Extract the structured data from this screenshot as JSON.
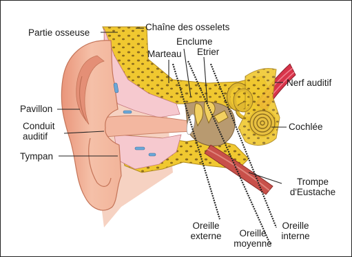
{
  "labels": {
    "partie_osseuse": "Partie osseuse",
    "chaine_osselets": "Chaîne des osselets",
    "enclume": "Enclume",
    "marteau": "Marteau",
    "etrier": "Etrier",
    "nerf_auditif": "Nerf auditif",
    "pavillon": "Pavillon",
    "conduit_auditif_1": "Conduit",
    "conduit_auditif_2": "auditif",
    "cochlee": "Cochlée",
    "tympan": "Tympan",
    "trompe_1": "Trompe",
    "trompe_2": "d'Eustache",
    "oreille_externe_1": "Oreille",
    "oreille_externe_2": "externe",
    "oreille_moyenne_1": "Oreille",
    "oreille_moyenne_2": "moyenne",
    "oreille_interne_1": "Oreille",
    "oreille_interne_2": "interne"
  },
  "colors": {
    "skin": "#f2b49a",
    "skin_dark": "#d98a6e",
    "canal_pink": "#f6c9cf",
    "bone_yellow": "#f0c830",
    "bone_spots": "#8a6a1e",
    "cochlea": "#e8c040",
    "nerve_red": "#d8344a",
    "tube_red": "#c8504a",
    "cavity": "#b89a70",
    "vessel_blue": "#6aa8d8",
    "divider": "#222222"
  }
}
